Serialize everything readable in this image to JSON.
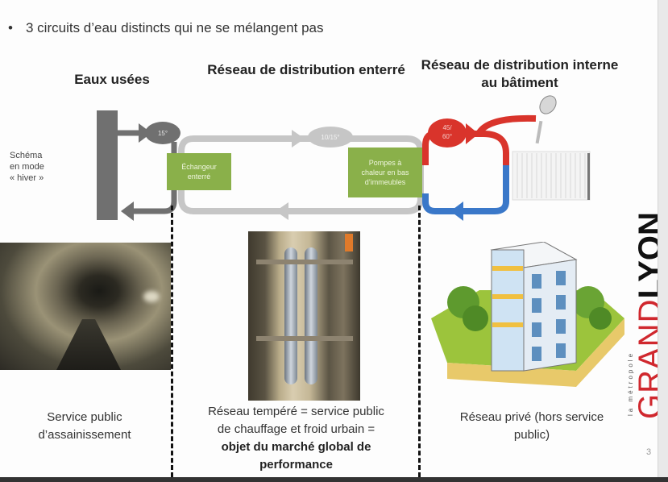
{
  "slide": {
    "bullet": "3 circuits d’eau distincts qui ne se mélangent pas",
    "headings": {
      "eaux_usees": "Eaux usées",
      "reseau_enterre": "Réseau de distribution enterré",
      "reseau_interne": "Réseau de distribution interne au bâtiment"
    },
    "schema_note": [
      "Schéma",
      "en mode",
      "« hiver »"
    ],
    "diagram": {
      "temp_eaux_usees": "15°",
      "temp_enterre": "10/15°",
      "temp_interne": [
        "45/",
        "60°"
      ],
      "echangeur": [
        "Échangeur",
        "enterré"
      ],
      "pompes": [
        "Pompes à",
        "chaleur en bas",
        "d’immeubles"
      ],
      "colors": {
        "wastewater": "#707070",
        "buried_loop": "#c6c6c6",
        "hot": "#d9342b",
        "cold": "#3a78c9",
        "green_box": "#8ab04a"
      }
    },
    "captions": {
      "assainissement": [
        "Service public",
        "d’assainissement"
      ],
      "tempere_normal": [
        "Réseau tempéré = service public",
        "de chauffage et froid urbain ="
      ],
      "tempere_bold": [
        "objet du marché global de",
        "performance"
      ],
      "prive": [
        "Réseau privé (hors service",
        "public)"
      ]
    },
    "logo": {
      "metropole": "la métropole",
      "grand": "GRAND",
      "lyon": "LYON",
      "color_red": "#d0282e"
    },
    "page_number": "3"
  }
}
